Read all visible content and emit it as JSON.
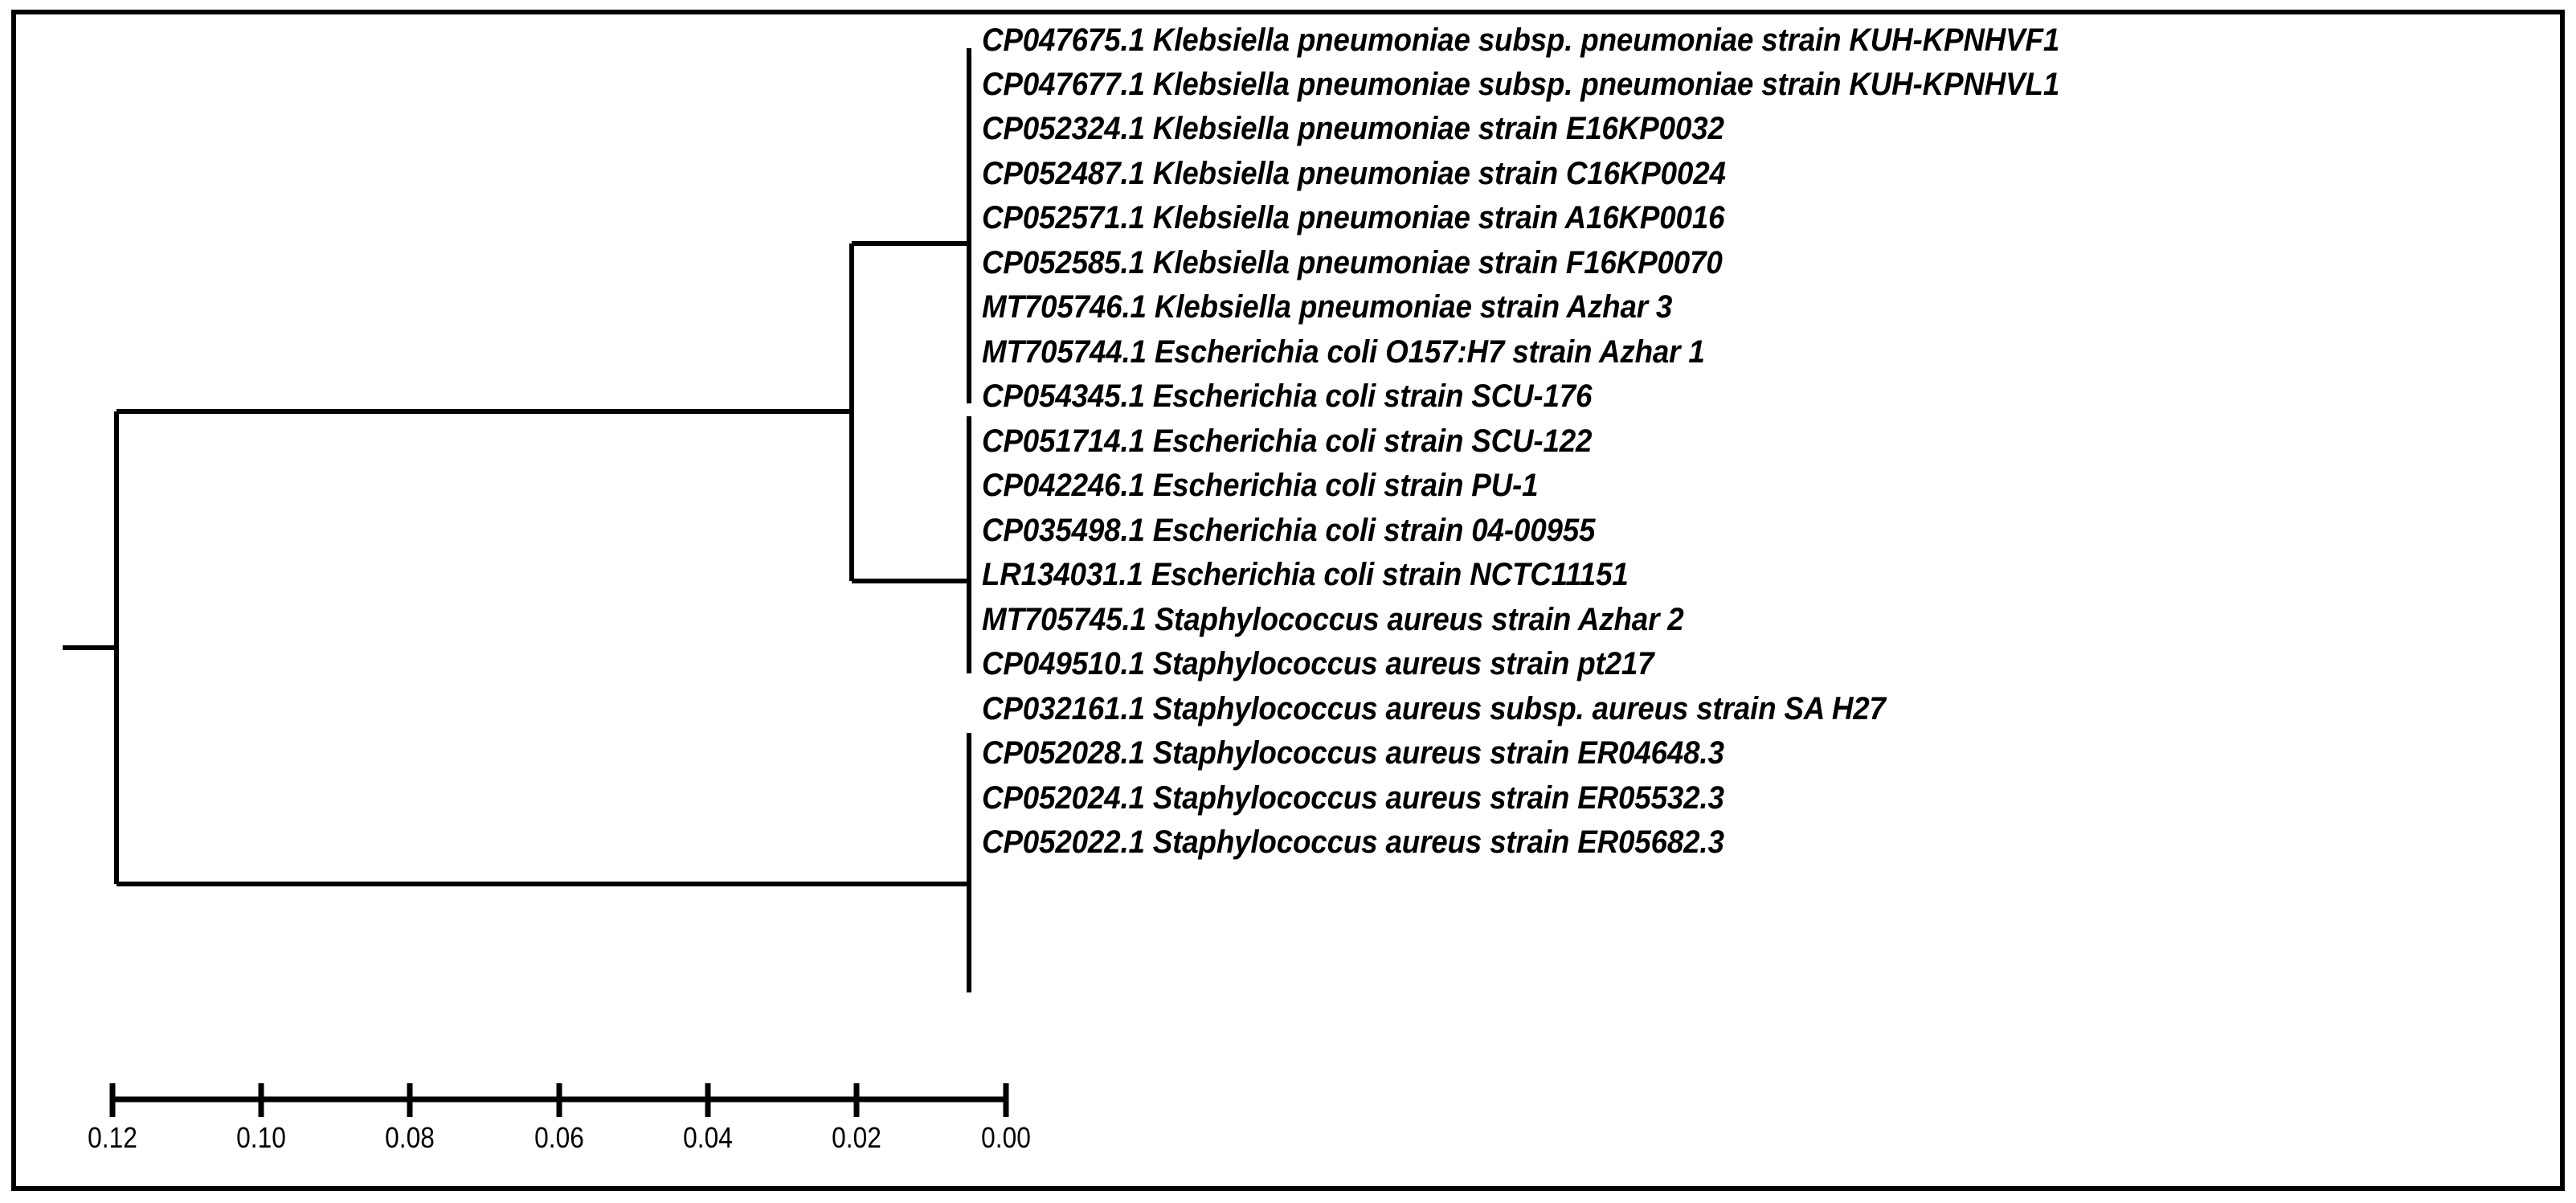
{
  "figure": {
    "type": "phylogenetic-tree",
    "orientation": "right-to-left",
    "background_color": "#ffffff",
    "line_color": "#000000",
    "border_color": "#000000"
  },
  "taxa": [
    {
      "index": 0,
      "accession": "CP047675.1",
      "label": "CP047675.1 Klebsiella pneumoniae subsp. pneumoniae strain KUH-KPNHVF1"
    },
    {
      "index": 1,
      "accession": "CP047677.1",
      "label": "CP047677.1 Klebsiella pneumoniae subsp. pneumoniae strain KUH-KPNHVL1"
    },
    {
      "index": 2,
      "accession": "CP052324.1",
      "label": "CP052324.1 Klebsiella pneumoniae strain E16KP0032"
    },
    {
      "index": 3,
      "accession": "CP052487.1",
      "label": "CP052487.1 Klebsiella pneumoniae strain C16KP0024"
    },
    {
      "index": 4,
      "accession": "CP052571.1",
      "label": "CP052571.1 Klebsiella pneumoniae strain A16KP0016"
    },
    {
      "index": 5,
      "accession": "CP052585.1",
      "label": "CP052585.1 Klebsiella pneumoniae strain F16KP0070"
    },
    {
      "index": 6,
      "accession": "MT705746.1",
      "label": "MT705746.1 Klebsiella pneumoniae strain Azhar 3"
    },
    {
      "index": 7,
      "accession": "MT705744.1",
      "label": "MT705744.1 Escherichia coli O157:H7 strain Azhar 1"
    },
    {
      "index": 8,
      "accession": "CP054345.1",
      "label": "CP054345.1 Escherichia coli strain SCU-176"
    },
    {
      "index": 9,
      "accession": "CP051714.1",
      "label": "CP051714.1 Escherichia coli strain SCU-122"
    },
    {
      "index": 10,
      "accession": "CP042246.1",
      "label": "CP042246.1 Escherichia coli strain PU-1"
    },
    {
      "index": 11,
      "accession": "CP035498.1",
      "label": "CP035498.1 Escherichia coli strain 04-00955"
    },
    {
      "index": 12,
      "accession": "LR134031.1",
      "label": "LR134031.1 Escherichia coli strain NCTC11151"
    },
    {
      "index": 13,
      "accession": "MT705745.1",
      "label": "MT705745.1 Staphylococcus aureus strain Azhar 2"
    },
    {
      "index": 14,
      "accession": "CP049510.1",
      "label": "CP049510.1 Staphylococcus aureus strain pt217"
    },
    {
      "index": 15,
      "accession": "CP032161.1",
      "label": "CP032161.1 Staphylococcus aureus subsp. aureus strain SA H27"
    },
    {
      "index": 16,
      "accession": "CP052028.1",
      "label": "CP052028.1 Staphylococcus aureus strain ER04648.3"
    },
    {
      "index": 17,
      "accession": "CP052024.1",
      "label": "CP052024.1 Staphylococcus aureus strain ER05532.3"
    },
    {
      "index": 18,
      "accession": "CP052022.1",
      "label": "CP052022.1 Staphylococcus aureus strain ER05682.3"
    }
  ],
  "scale_axis": {
    "label": "",
    "ticks": [
      "0.12",
      "0.10",
      "0.08",
      "0.06",
      "0.04",
      "0.02",
      "0.00"
    ],
    "values": [
      0.12,
      0.1,
      0.08,
      0.06,
      0.04,
      0.02,
      0.0
    ],
    "min": 0.0,
    "max": 0.12,
    "step": 0.02,
    "direction": "decreasing-left-to-right"
  },
  "chart_data": {
    "type": "tree",
    "title": "",
    "xlabel": "",
    "ylabel": "",
    "xlim": [
      0.12,
      0.0
    ],
    "grid": false,
    "legend": "none",
    "tick_labels": [
      "0.12",
      "0.10",
      "0.08",
      "0.06",
      "0.04",
      "0.02",
      "0.00"
    ],
    "leaves": [
      "CP047675.1 Klebsiella pneumoniae subsp. pneumoniae strain KUH-KPNHVF1",
      "CP047677.1 Klebsiella pneumoniae subsp. pneumoniae strain KUH-KPNHVL1",
      "CP052324.1 Klebsiella pneumoniae strain E16KP0032",
      "CP052487.1 Klebsiella pneumoniae strain C16KP0024",
      "CP052571.1 Klebsiella pneumoniae strain A16KP0016",
      "CP052585.1 Klebsiella pneumoniae strain F16KP0070",
      "MT705746.1 Klebsiella pneumoniae strain Azhar 3",
      "MT705744.1 Escherichia coli O157:H7 strain Azhar 1",
      "CP054345.1 Escherichia coli strain SCU-176",
      "CP051714.1 Escherichia coli strain SCU-122",
      "CP042246.1 Escherichia coli strain PU-1",
      "CP035498.1 Escherichia coli strain 04-00955",
      "LR134031.1 Escherichia coli strain NCTC11151",
      "MT705745.1 Staphylococcus aureus strain Azhar 2",
      "CP049510.1 Staphylococcus aureus strain pt217",
      "CP032161.1 Staphylococcus aureus subsp. aureus strain SA H27",
      "CP052028.1 Staphylococcus aureus strain ER04648.3",
      "CP052024.1 Staphylococcus aureus strain ER05532.3",
      "CP052022.1 Staphylococcus aureus strain ER05682.3"
    ],
    "clades": [
      {
        "name": "Klebsiella-pneumoniae-clade",
        "leaf_indices": [
          0,
          1,
          2,
          3,
          4,
          5,
          6
        ],
        "node_distance": 0.0
      },
      {
        "name": "Escherichia-coli-clade",
        "leaf_indices": [
          7,
          8,
          9,
          10,
          11,
          12
        ],
        "node_distance": 0.0
      },
      {
        "name": "Enterobacteriaceae-node",
        "leaf_indices": [
          0,
          1,
          2,
          3,
          4,
          5,
          6,
          7,
          8,
          9,
          10,
          11,
          12
        ],
        "node_distance": 0.017
      },
      {
        "name": "Staphylococcus-aureus-clade",
        "leaf_indices": [
          13,
          14,
          15,
          16,
          17,
          18
        ],
        "node_distance": 0.0
      },
      {
        "name": "root-node",
        "leaf_indices": [
          0,
          1,
          2,
          3,
          4,
          5,
          6,
          7,
          8,
          9,
          10,
          11,
          12,
          13,
          14,
          15,
          16,
          17,
          18
        ],
        "node_distance": 0.12
      }
    ]
  }
}
